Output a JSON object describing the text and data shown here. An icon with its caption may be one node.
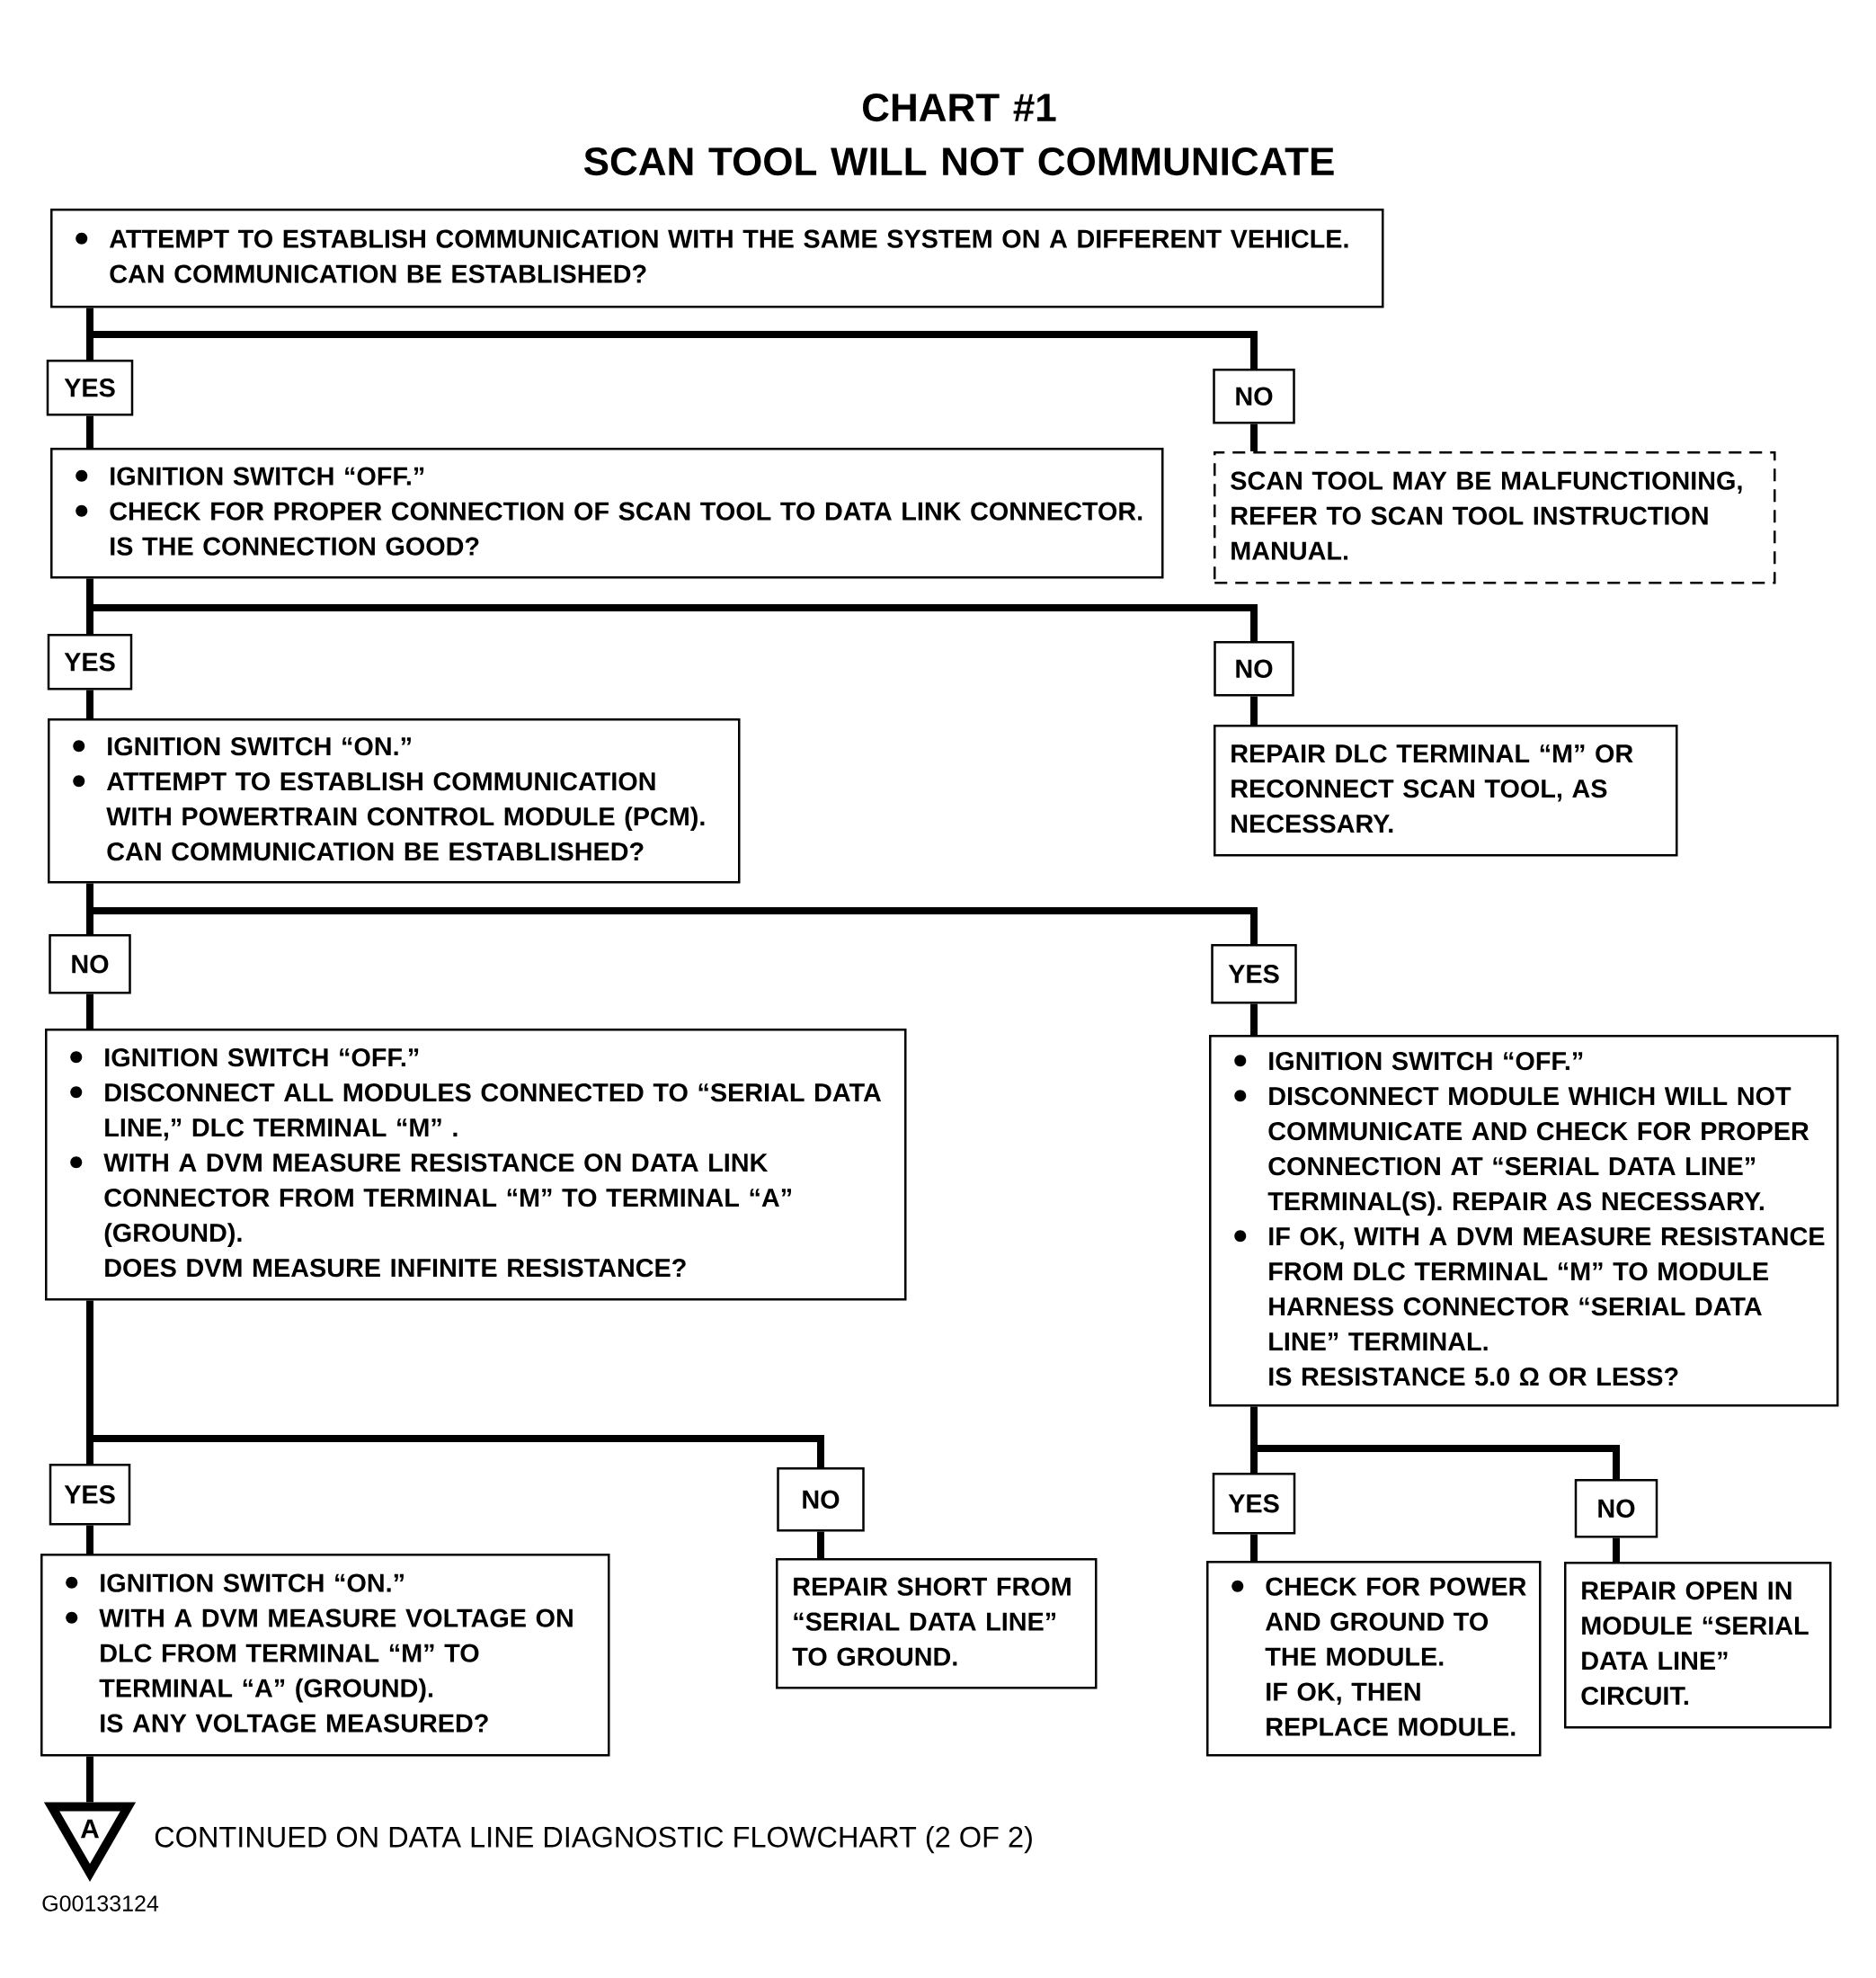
{
  "diagram": {
    "title": "CHART #1 SCAN TOOL WILL NOT COMMUNICATE",
    "nodes": [
      {
        "text": [
          "ATTEMPT TO ESTABLISH COMMUNICATION WITH THE SAME SYSTEM ON A DIFFERENT VEHICLE.",
          "CAN COMMUNICATION BE ESTABLISHED?"
        ]
      },
      {
        "text": [
          "YES"
        ]
      },
      {
        "text": [
          "NO"
        ]
      },
      {
        "text": [
          "IGNITION SWITCH “OFF.”",
          "CHECK FOR PROPER CONNECTION OF SCAN TOOL TO DATA LINK CONNECTOR.",
          "IS THE CONNECTION GOOD?"
        ]
      },
      {
        "text": [
          "SCAN TOOL MAY BE MALFUNCTIONING, REFER TO SCAN TOOL INSTRUCTION MANUAL."
        ]
      },
      {
        "text": [
          "YES"
        ]
      },
      {
        "text": [
          "NO"
        ]
      },
      {
        "text": [
          "IGNITION SWITCH “ON.”",
          "ATTEMPT TO ESTABLISH COMMUNICATION WITH POWERTRAIN CONTROL MODULE (PCM).",
          "CAN COMMUNICATION BE ESTABLISHED?"
        ]
      },
      {
        "text": [
          "REPAIR DLC TERMINAL “M” OR RECONNECT SCAN TOOL, AS NECESSARY."
        ]
      },
      {
        "text": [
          "NO"
        ]
      },
      {
        "text": [
          "YES"
        ]
      },
      {
        "text": [
          "IGNITION SWITCH “OFF.”",
          "DISCONNECT ALL MODULES CONNECTED TO “SERIAL DATA LINE,” DLC TERMINAL “M” .",
          "WITH A DVM MEASURE RESISTANCE ON DATA LINK CONNECTOR FROM TERMINAL “M” TO TERMINAL “A” (GROUND).",
          "DOES DVM MEASURE INFINITE RESISTANCE?"
        ]
      },
      {
        "text": [
          "IGNITION SWITCH “OFF.”",
          "DISCONNECT MODULE WHICH WILL NOT COMMUNICATE AND CHECK FOR PROPER CONNECTION AT “SERIAL DATA LINE” TERMINAL(S). REPAIR AS NECESSARY.",
          "IF OK, WITH A DVM MEASURE RESISTANCE FROM DLC TERMINAL “M” TO MODULE HARNESS CONNECTOR “SERIAL DATA LINE” TERMINAL.",
          "IS RESISTANCE 5.0 Ω OR LESS?"
        ]
      },
      {
        "text": [
          "YES"
        ]
      },
      {
        "text": [
          "NO"
        ]
      },
      {
        "text": [
          "YES"
        ]
      },
      {
        "text": [
          "NO"
        ]
      },
      {
        "text": [
          "IGNITION SWITCH “ON.”",
          "WITH A DVM MEASURE VOLTAGE ON DLC FROM TERMINAL “M” TO TERMINAL “A” (GROUND).",
          "IS ANY VOLTAGE MEASURED?"
        ]
      },
      {
        "text": [
          "REPAIR SHORT FROM “SERIAL DATA LINE” TO GROUND."
        ]
      },
      {
        "text": [
          "CHECK FOR POWER AND GROUND TO THE MODULE.",
          "IF OK, THEN REPLACE MODULE."
        ]
      },
      {
        "text": [
          "REPAIR OPEN IN MODULE “SERIAL DATA LINE” CIRCUIT."
        ]
      },
      {
        "text": [
          "A"
        ],
        "beside": [
          "CONTINUED ON DATA LINE DIAGNOSTIC FLOWCHART (2 OF 2)"
        ]
      }
    ],
    "edges": [
      {
        "from": 0,
        "to": 1,
        "arrow": "none"
      },
      {
        "from": 0,
        "to": 2,
        "arrow": "none"
      },
      {
        "from": 1,
        "to": 3,
        "arrow": "none"
      },
      {
        "from": 2,
        "to": 4,
        "arrow": "none"
      },
      {
        "from": 3,
        "to": 5,
        "arrow": "none"
      },
      {
        "from": 3,
        "to": 6,
        "arrow": "none"
      },
      {
        "from": 5,
        "to": 7,
        "arrow": "none"
      },
      {
        "from": 6,
        "to": 8,
        "arrow": "none"
      },
      {
        "from": 7,
        "to": 9,
        "arrow": "none"
      },
      {
        "from": 7,
        "to": 10,
        "arrow": "none"
      },
      {
        "from": 9,
        "to": 11,
        "arrow": "none"
      },
      {
        "from": 10,
        "to": 12,
        "arrow": "none"
      },
      {
        "from": 11,
        "to": 13,
        "arrow": "none"
      },
      {
        "from": 11,
        "to": 14,
        "arrow": "none"
      },
      {
        "from": 12,
        "to": 15,
        "arrow": "none"
      },
      {
        "from": 12,
        "to": 16,
        "arrow": "none"
      },
      {
        "from": 13,
        "to": 17,
        "arrow": "none"
      },
      {
        "from": 14,
        "to": 18,
        "arrow": "none"
      },
      {
        "from": 15,
        "to": 19,
        "arrow": "none"
      },
      {
        "from": 16,
        "to": 20,
        "arrow": "none"
      },
      {
        "from": 17,
        "to": 21,
        "arrow": "none"
      }
    ],
    "labels": [
      "G00133124"
    ]
  }
}
